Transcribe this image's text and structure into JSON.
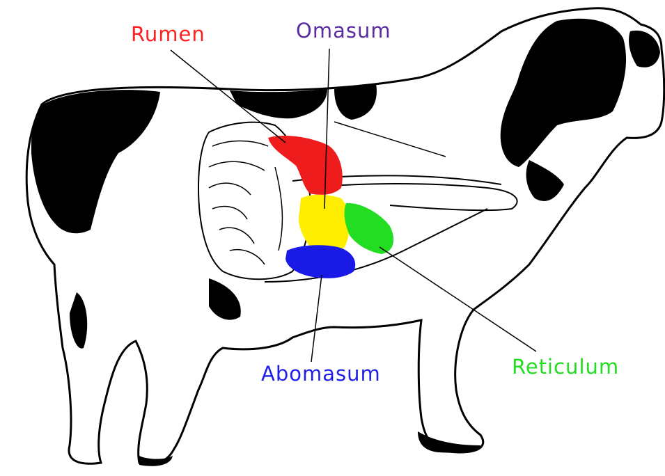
{
  "labels": {
    "rumen": {
      "text": "Rumen",
      "color": "#ff2020"
    },
    "omasum": {
      "text": "Omasum",
      "color": "#5a2c9e"
    },
    "abomasum": {
      "text": "Abomasum",
      "color": "#1f1fe6"
    },
    "reticulum": {
      "text": "Reticulum",
      "color": "#22dd22"
    }
  },
  "colors": {
    "rumen": "#ee1c1c",
    "omasum": "#ffee00",
    "abomasum": "#1a1ae6",
    "reticulum": "#22dd22",
    "outline": "#000000",
    "spots": "#000000"
  }
}
